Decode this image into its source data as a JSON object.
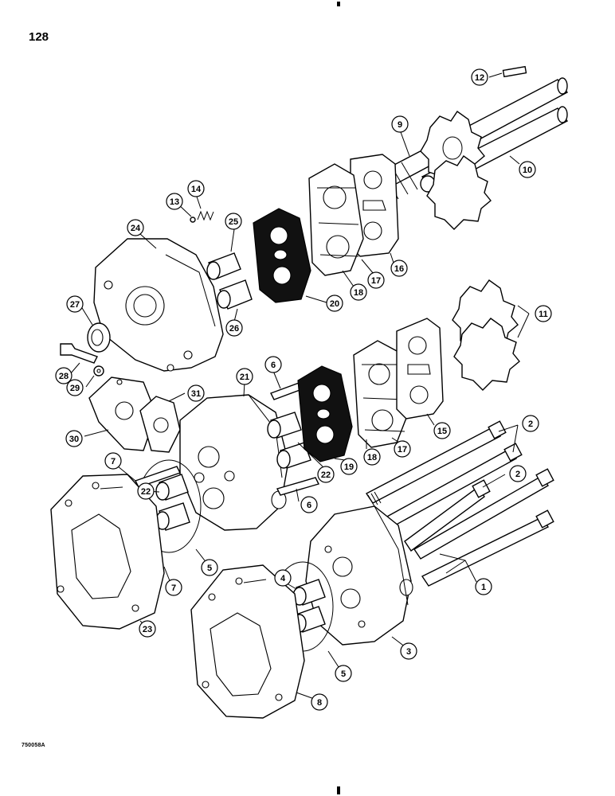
{
  "page": {
    "number": "128",
    "figure_code": "750058A"
  },
  "callouts": [
    {
      "id": "c1",
      "label": "1"
    },
    {
      "id": "c2a",
      "label": "2"
    },
    {
      "id": "c2b",
      "label": "2"
    },
    {
      "id": "c3",
      "label": "3"
    },
    {
      "id": "c4",
      "label": "4"
    },
    {
      "id": "c5a",
      "label": "5"
    },
    {
      "id": "c5b",
      "label": "5"
    },
    {
      "id": "c6a",
      "label": "6"
    },
    {
      "id": "c6b",
      "label": "6"
    },
    {
      "id": "c7a",
      "label": "7"
    },
    {
      "id": "c7b",
      "label": "7"
    },
    {
      "id": "c8",
      "label": "8"
    },
    {
      "id": "c9",
      "label": "9"
    },
    {
      "id": "c10",
      "label": "10"
    },
    {
      "id": "c11",
      "label": "11"
    },
    {
      "id": "c12",
      "label": "12"
    },
    {
      "id": "c13",
      "label": "13"
    },
    {
      "id": "c14",
      "label": "14"
    },
    {
      "id": "c15",
      "label": "15"
    },
    {
      "id": "c16",
      "label": "16"
    },
    {
      "id": "c17a",
      "label": "17"
    },
    {
      "id": "c17b",
      "label": "17"
    },
    {
      "id": "c18a",
      "label": "18"
    },
    {
      "id": "c18b",
      "label": "18"
    },
    {
      "id": "c19",
      "label": "19"
    },
    {
      "id": "c20",
      "label": "20"
    },
    {
      "id": "c21",
      "label": "21"
    },
    {
      "id": "c22a",
      "label": "22"
    },
    {
      "id": "c22b",
      "label": "22"
    },
    {
      "id": "c23",
      "label": "23"
    },
    {
      "id": "c24",
      "label": "24"
    },
    {
      "id": "c25",
      "label": "25"
    },
    {
      "id": "c26",
      "label": "26"
    },
    {
      "id": "c27",
      "label": "27"
    },
    {
      "id": "c28",
      "label": "28"
    },
    {
      "id": "c29",
      "label": "29"
    },
    {
      "id": "c30",
      "label": "30"
    },
    {
      "id": "c31",
      "label": "31"
    }
  ]
}
